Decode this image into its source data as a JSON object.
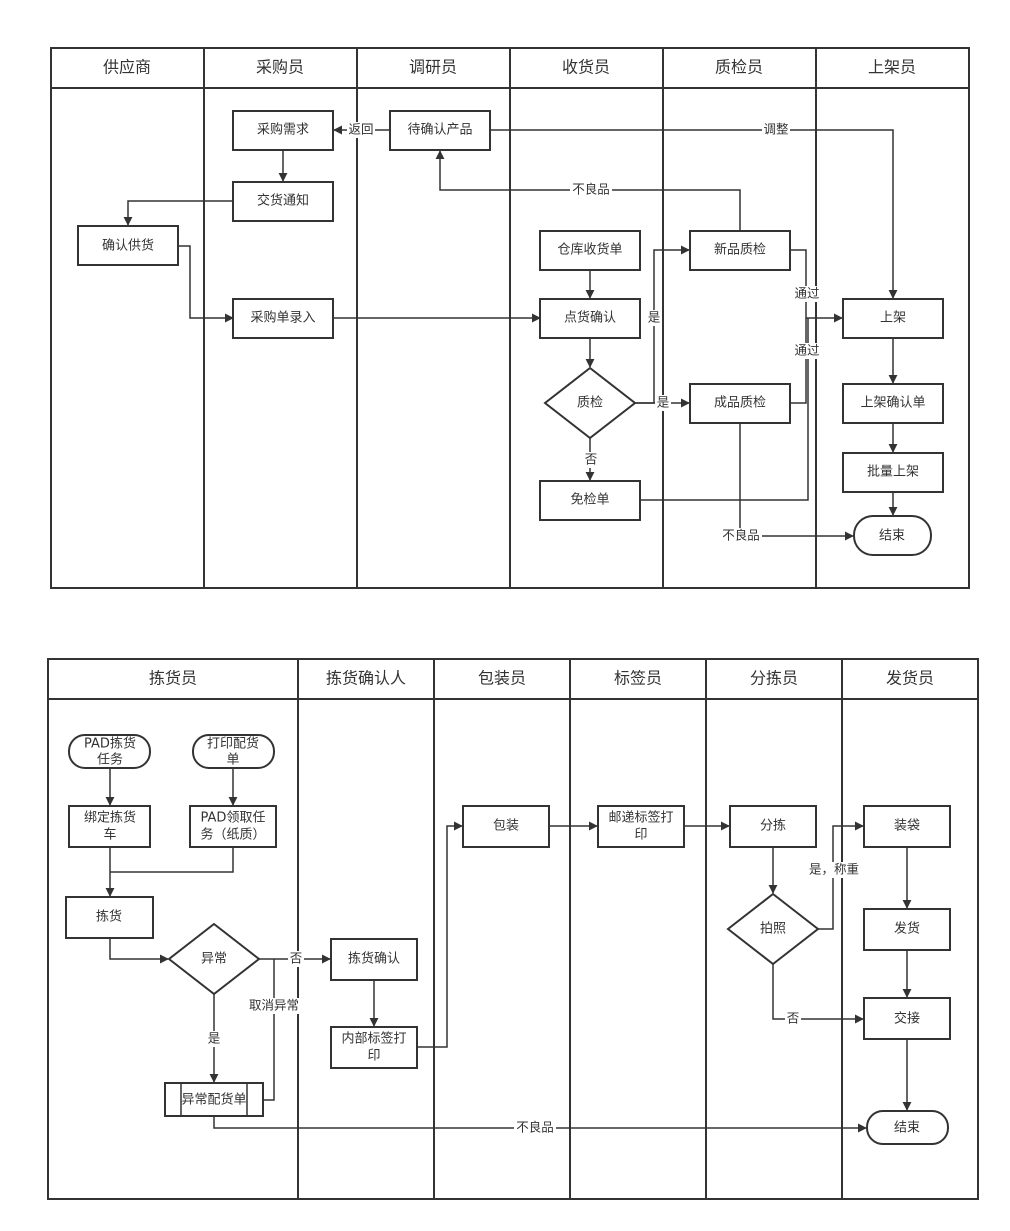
{
  "top": {
    "lanes": [
      "供应商",
      "采购员",
      "调研员",
      "收货员",
      "质检员",
      "上架员"
    ],
    "nodes": {
      "procure_need": "采购需求",
      "delivery_notice": "交货通知",
      "confirm_supply": "确认供货",
      "po_entry": "采购单录入",
      "pending_product": "待确认产品",
      "warehouse_receipt": "仓库收货单",
      "count_confirm": "点货确认",
      "qc": "质检",
      "exempt": "免检单",
      "new_qc": "新品质检",
      "finished_qc": "成品质检",
      "shelve": "上架",
      "shelve_confirm": "上架确认单",
      "batch_shelve": "批量上架",
      "end": "结束"
    },
    "labels": {
      "return": "返回",
      "adjust": "调整",
      "defective_top": "不良品",
      "yes1": "是",
      "yes2": "是",
      "no": "否",
      "pass1": "通过",
      "pass2": "通过",
      "defective_bottom": "不良品"
    }
  },
  "bottom": {
    "lanes": [
      "拣货员",
      "拣货确认人",
      "包装员",
      "标签员",
      "分拣员",
      "发货员"
    ],
    "nodes": {
      "pad_task": [
        "PAD拣货",
        "任务"
      ],
      "print_order": [
        "打印配货",
        "单"
      ],
      "bind_cart": [
        "绑定拣货",
        "车"
      ],
      "pad_receive": [
        "PAD领取任",
        "务（纸质）"
      ],
      "pick": "拣货",
      "abnormal": "异常",
      "abnormal_order": "异常配货单",
      "pick_confirm": "拣货确认",
      "internal_label": [
        "内部标签打",
        "印"
      ],
      "pack": "包装",
      "postal_label": [
        "邮递标签打",
        "印"
      ],
      "sort": "分拣",
      "photo": "拍照",
      "bag": "装袋",
      "ship": "发货",
      "handover": "交接",
      "end": "结束"
    },
    "labels": {
      "no1": "否",
      "cancel_abnormal": "取消异常",
      "yes": "是",
      "yes_weigh": "是，称重",
      "no2": "否",
      "defective": "不良品"
    }
  }
}
